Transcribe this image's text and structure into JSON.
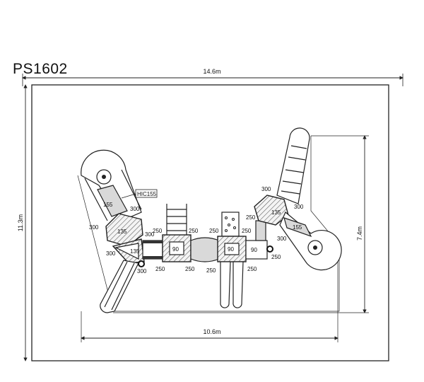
{
  "title": "PS1602",
  "dimensions": {
    "width_outer": "14.6m",
    "height_outer": "11.3m",
    "width_inner": "10.6m",
    "height_inner": "7.4m"
  },
  "labels": {
    "hic": "HIC155",
    "left_slide": "155",
    "right_slide": "155",
    "left_tower_top": "135",
    "left_tower_bottom": "135",
    "right_tower": "135",
    "center_left_platform": "90",
    "center_right_platform": "90",
    "right_step": "90",
    "h300_a": "300",
    "h300_b": "300",
    "h300_c": "300",
    "h300_d": "300",
    "h300_e": "300",
    "h300_f": "300",
    "h250_a": "250",
    "h250_b": "250",
    "h250_c": "250",
    "h250_d": "250",
    "h250_e": "250",
    "h250_f": "250",
    "h250_g": "250",
    "h250_h": "250",
    "h250_i": "250",
    "h250_j": "250"
  }
}
